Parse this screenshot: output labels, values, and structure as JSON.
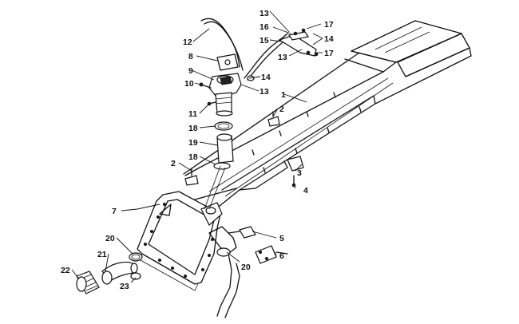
{
  "diagram": {
    "callouts": [
      {
        "id": "c13a",
        "label": "13"
      },
      {
        "id": "c17a",
        "label": "17"
      },
      {
        "id": "c16",
        "label": "16"
      },
      {
        "id": "c14a",
        "label": "14"
      },
      {
        "id": "c15",
        "label": "15"
      },
      {
        "id": "c13b",
        "label": "13"
      },
      {
        "id": "c17b",
        "label": "17"
      },
      {
        "id": "c12",
        "label": "12"
      },
      {
        "id": "c8",
        "label": "8"
      },
      {
        "id": "c9",
        "label": "9"
      },
      {
        "id": "c14b",
        "label": "14"
      },
      {
        "id": "c10",
        "label": "10"
      },
      {
        "id": "c13c",
        "label": "13"
      },
      {
        "id": "c1",
        "label": "1"
      },
      {
        "id": "c11",
        "label": "11"
      },
      {
        "id": "c2a",
        "label": "2"
      },
      {
        "id": "c18a",
        "label": "18"
      },
      {
        "id": "c19",
        "label": "19"
      },
      {
        "id": "c18b",
        "label": "18"
      },
      {
        "id": "c2b",
        "label": "2"
      },
      {
        "id": "c3",
        "label": "3"
      },
      {
        "id": "c4",
        "label": "4"
      },
      {
        "id": "c7",
        "label": "7"
      },
      {
        "id": "c5",
        "label": "5"
      },
      {
        "id": "c20a",
        "label": "20"
      },
      {
        "id": "c6",
        "label": "6"
      },
      {
        "id": "c21",
        "label": "21"
      },
      {
        "id": "c20b",
        "label": "20"
      },
      {
        "id": "c22",
        "label": "22"
      },
      {
        "id": "c23",
        "label": "23"
      }
    ]
  }
}
